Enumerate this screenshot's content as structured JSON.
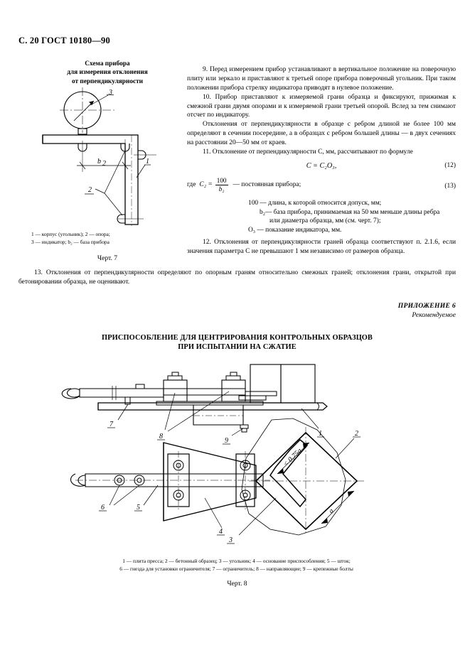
{
  "header": {
    "page_ref": "С. 20 ГОСТ 10180—90"
  },
  "figure7": {
    "title_line1": "Схема прибора",
    "title_line2": "для измерения отклонения",
    "title_line3": "от перпендикулярности",
    "legend_line1": "1 — корпус (угольник);  2 — опора;",
    "legend_line2": "3 — индикатор; b₂ — база прибора",
    "caption": "Черт. 7",
    "callout_1": "1",
    "callout_2": "2",
    "callout_3": "3",
    "dim_b2": "b₂"
  },
  "body": {
    "p9": "9.  Перед измерением прибор устанавливают в вертикальное положение на поверочную плиту или зеркало и приставляют к третьей опоре прибора поверочный угольник. При таком положении прибора стрелку индикатора приводят в нулевое положение.",
    "p10": "10.  Прибор приставляют к измеряемой грани образца и фиксируют, прижимая к смежной грани двумя опорами и к измеряемой грани третьей опорой. Вслед за тем снимают отсчет по индикатору.",
    "p10b": "Отклонения от перпендикулярности в образце с ребром длиной не более 100 мм определяют в сечении посередине, а в образцах с ребром большей длины — в двух сечениях на расстоянии 20—50 мм от краев.",
    "p11": "11.  Отклонение от перпендикулярности С, мм, рассчитывают по формуле",
    "formula12": "C = C₂O₃,",
    "formula12_no": "(12)",
    "formula13_lead": "где",
    "formula13_lhs": "C₂ =",
    "formula13_num": "100",
    "formula13_den": "b₂",
    "formula13_tail": "— постоянная прибора;",
    "formula13_no": "(13)",
    "def_100": "100 — длина, к которой относится допуск, мм;",
    "def_b2": "b₂— база прибора, принимаемая на 50 мм меньше длины ребра",
    "def_b2_cont": "или диаметра образца, мм (см. черт. 7);",
    "def_O3": "O₃ — показание индикатора, мм.",
    "p12": "12.  Отклонения от перпендикулярности граней образца соответствуют п. 2.1.6, если значения параметра С не превышают 1 мм независимо от размеров образца.",
    "p13": "13.  Отклонения от перпендикулярности определяют по опорным граням относительно смежных граней; отклонения грани, открытой при бетонировании образца, не оценивают."
  },
  "appendix": {
    "label": "ПРИЛОЖЕНИЕ 6",
    "kind": "Рекомендуемое"
  },
  "section_title": {
    "line1": "ПРИСПОСОБЛЕНИЕ ДЛЯ ЦЕНТРИРОВАНИЯ КОНТРОЛЬНЫХ ОБРАЗЦОВ",
    "line2": "ПРИ ИСПЫТАНИИ НА СЖАТИЕ"
  },
  "figure8": {
    "legend_line1": "1 — плита пресса; 2 — бетонный образец; 3 — угольник; 4 — основание приспособления; 5 — шток;",
    "legend_line2": "6 — гнезда для установки ограничителя; 7 — ограничитель; 8 — направляющие; 9 — крепежные болты",
    "caption": "Черт. 8",
    "callout_1": "1",
    "callout_2": "2",
    "callout_3": "3",
    "callout_4": "4",
    "callout_5": "5",
    "callout_6": "6",
    "callout_7": "7",
    "callout_8": "8",
    "callout_9": "9",
    "dim_diag": "< 0,75a",
    "dim_a": "a"
  },
  "colors": {
    "ink": "#000000",
    "paper": "#ffffff"
  }
}
